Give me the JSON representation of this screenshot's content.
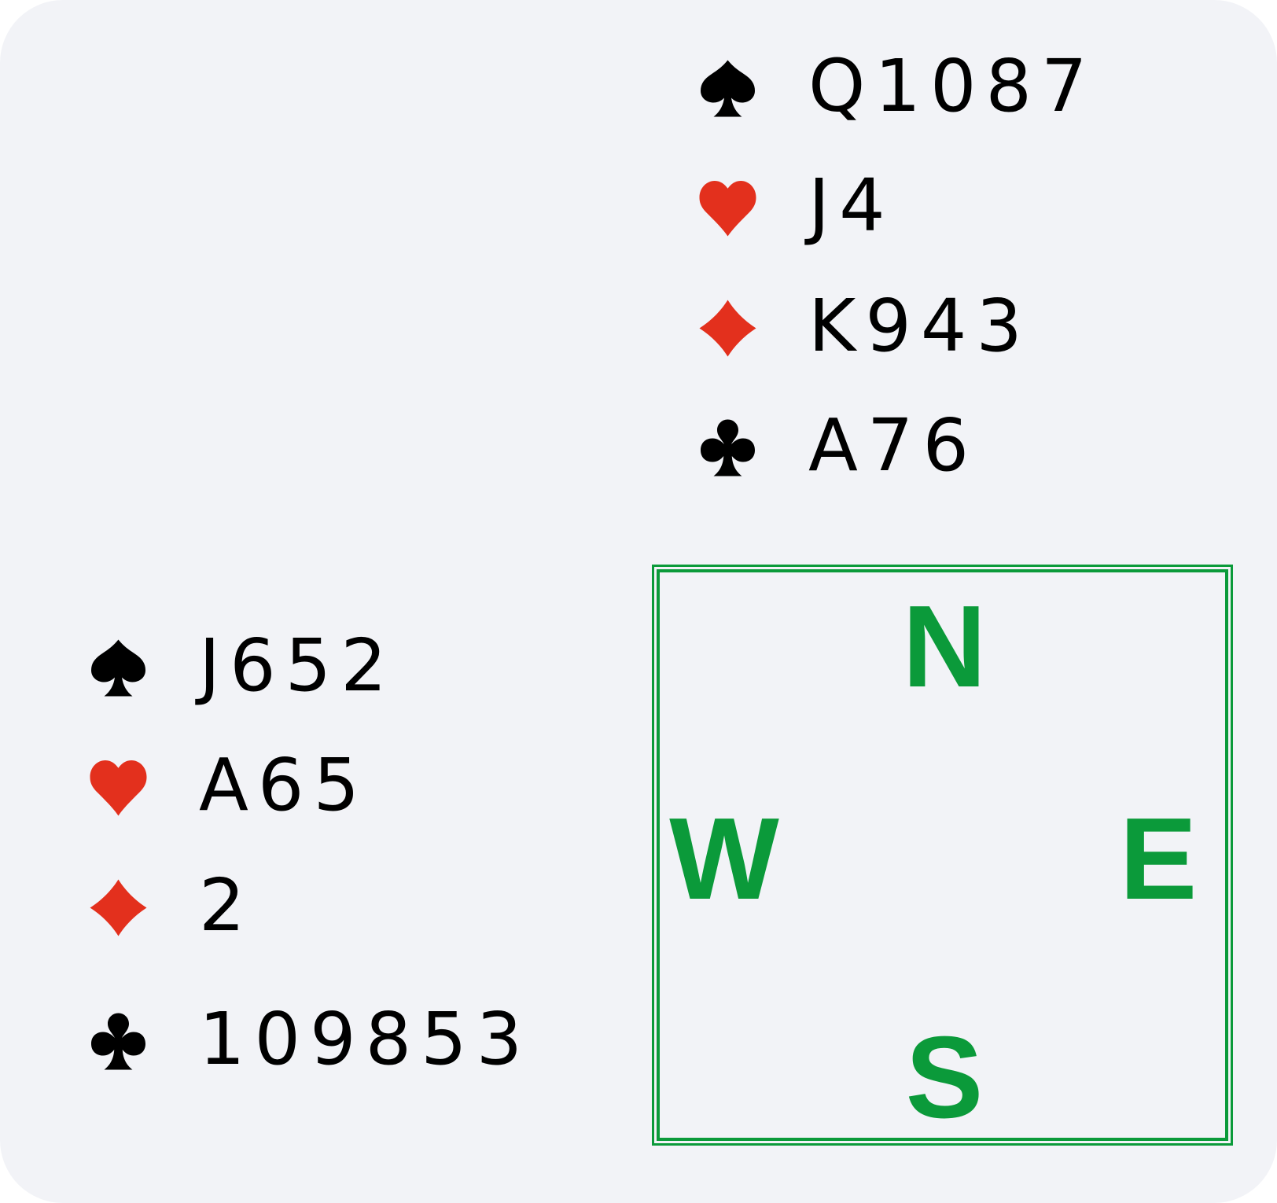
{
  "colors": {
    "background": "#f2f3f7",
    "black_suit": "#000000",
    "red_suit": "#e3301d",
    "compass_green": "#0b9a3a"
  },
  "north": {
    "spades": {
      "icon": "spade-icon",
      "cards": "Q1087"
    },
    "hearts": {
      "icon": "heart-icon",
      "cards": "J4"
    },
    "diamonds": {
      "icon": "diamond-icon",
      "cards": "K943"
    },
    "clubs": {
      "icon": "club-icon",
      "cards": "A76"
    }
  },
  "west": {
    "spades": {
      "icon": "spade-icon",
      "cards": "J652"
    },
    "hearts": {
      "icon": "heart-icon",
      "cards": "A65"
    },
    "diamonds": {
      "icon": "diamond-icon",
      "cards": "2"
    },
    "clubs": {
      "icon": "club-icon",
      "cards": "109853"
    }
  },
  "compass": {
    "north": "N",
    "south": "S",
    "west": "W",
    "east": "E"
  }
}
